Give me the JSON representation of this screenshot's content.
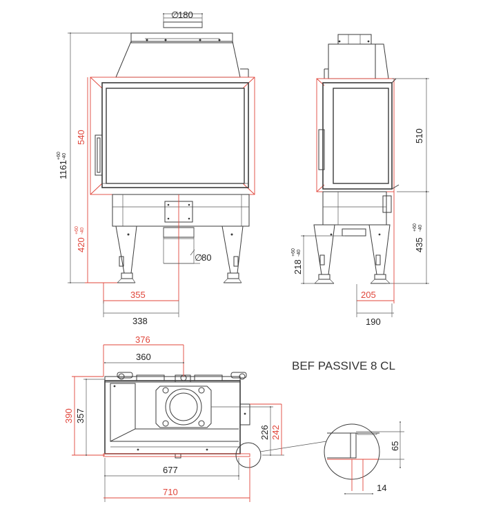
{
  "title": "BEF PASSIVE 8 CL",
  "front": {
    "flue_diameter": "180",
    "air_diameter": "80",
    "total_height": "1161",
    "total_height_tol_plus": "+60",
    "total_height_tol_minus": "-40",
    "glass_height": "540",
    "base_height": "420",
    "base_height_tol_plus": "+60",
    "base_height_tol_minus": "-40",
    "offset_outer": "355",
    "offset_inner": "338"
  },
  "side": {
    "glass_height": "510",
    "base_height": "435",
    "base_height_tol_plus": "+60",
    "base_height_tol_minus": "-40",
    "inlet_height": "218",
    "inlet_height_tol_plus": "+60",
    "inlet_height_tol_minus": "-40",
    "offset_outer": "205",
    "offset_inner": "190"
  },
  "top": {
    "flue_center_outer": "376",
    "flue_center_inner": "360",
    "depth_outer": "390",
    "depth_inner": "357",
    "flue_from_front_inner": "226",
    "flue_from_front_outer": "242",
    "width_inner": "677",
    "width_outer": "710"
  },
  "detail": {
    "height": "65",
    "width": "14"
  }
}
